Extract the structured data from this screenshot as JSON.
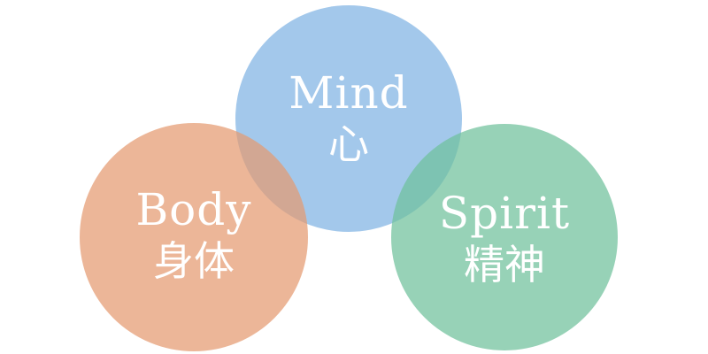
{
  "diagram": {
    "circles": [
      {
        "id": "mind",
        "en": "Mind",
        "ja": "心",
        "color": "#7fb3e3"
      },
      {
        "id": "body",
        "en": "Body",
        "ja": "身体",
        "color": "#e59a70"
      },
      {
        "id": "spirit",
        "en": "Spirit",
        "ja": "精神",
        "color": "#6fc09b"
      }
    ]
  }
}
